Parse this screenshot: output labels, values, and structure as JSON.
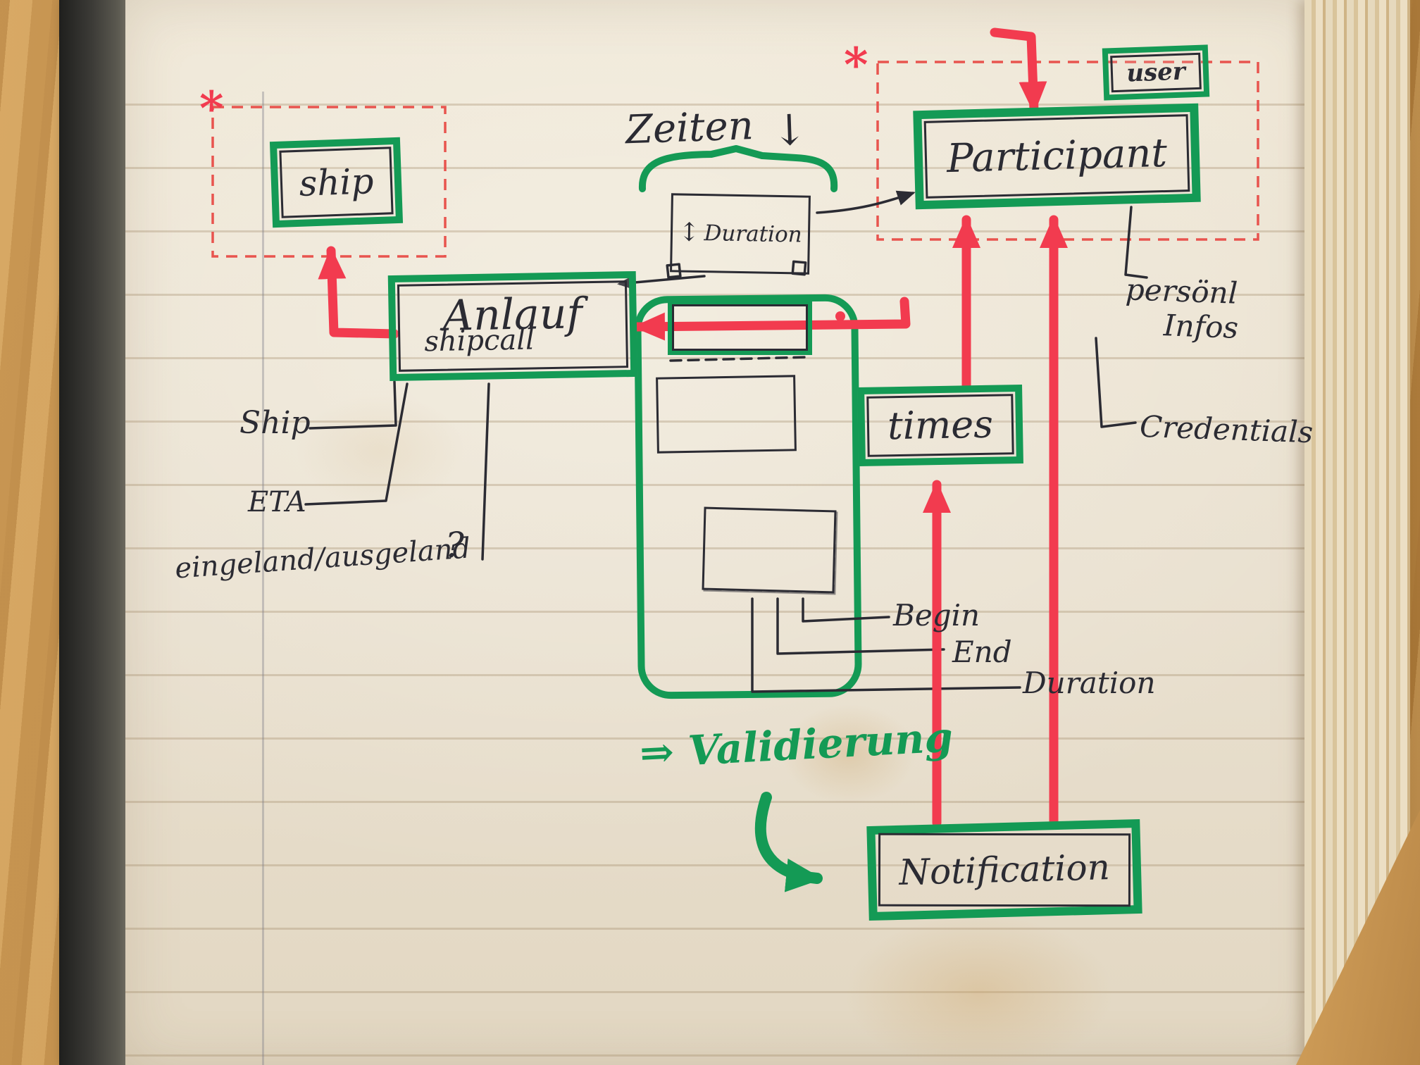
{
  "entities": {
    "ship": {
      "label": "ship"
    },
    "anlauf": {
      "label": "Anlauf",
      "sublabel": "shipcall"
    },
    "participant": {
      "label": "Participant"
    },
    "user": {
      "label": "user"
    },
    "times": {
      "label": "times"
    },
    "duration": {
      "label": "Duration",
      "resize_arrow": "↕"
    },
    "notification": {
      "label": "Notification"
    }
  },
  "annotations": {
    "asterisk_left": "*",
    "asterisk_right": "*",
    "zeiten_label": "Zeiten",
    "zeiten_arrow": "↓",
    "validierung": "⇒ Validierung",
    "question_mark": "?"
  },
  "attributes": {
    "ship": "Ship",
    "eta": "ETA",
    "eingehend_ausgehend": "eingeland/ausgeland",
    "begin": "Begin",
    "end": "End",
    "duration": "Duration",
    "persoenl_line1": "persönl",
    "persoenl_line2": "Infos",
    "credentials": "Credentials"
  },
  "colors": {
    "marker_green": "#149a55",
    "marker_red": "#f23b4f",
    "dashed_red": "#e8544e",
    "ink": "#2b2b33",
    "paper": "#e9e0cf",
    "wood": "#c4924c"
  }
}
